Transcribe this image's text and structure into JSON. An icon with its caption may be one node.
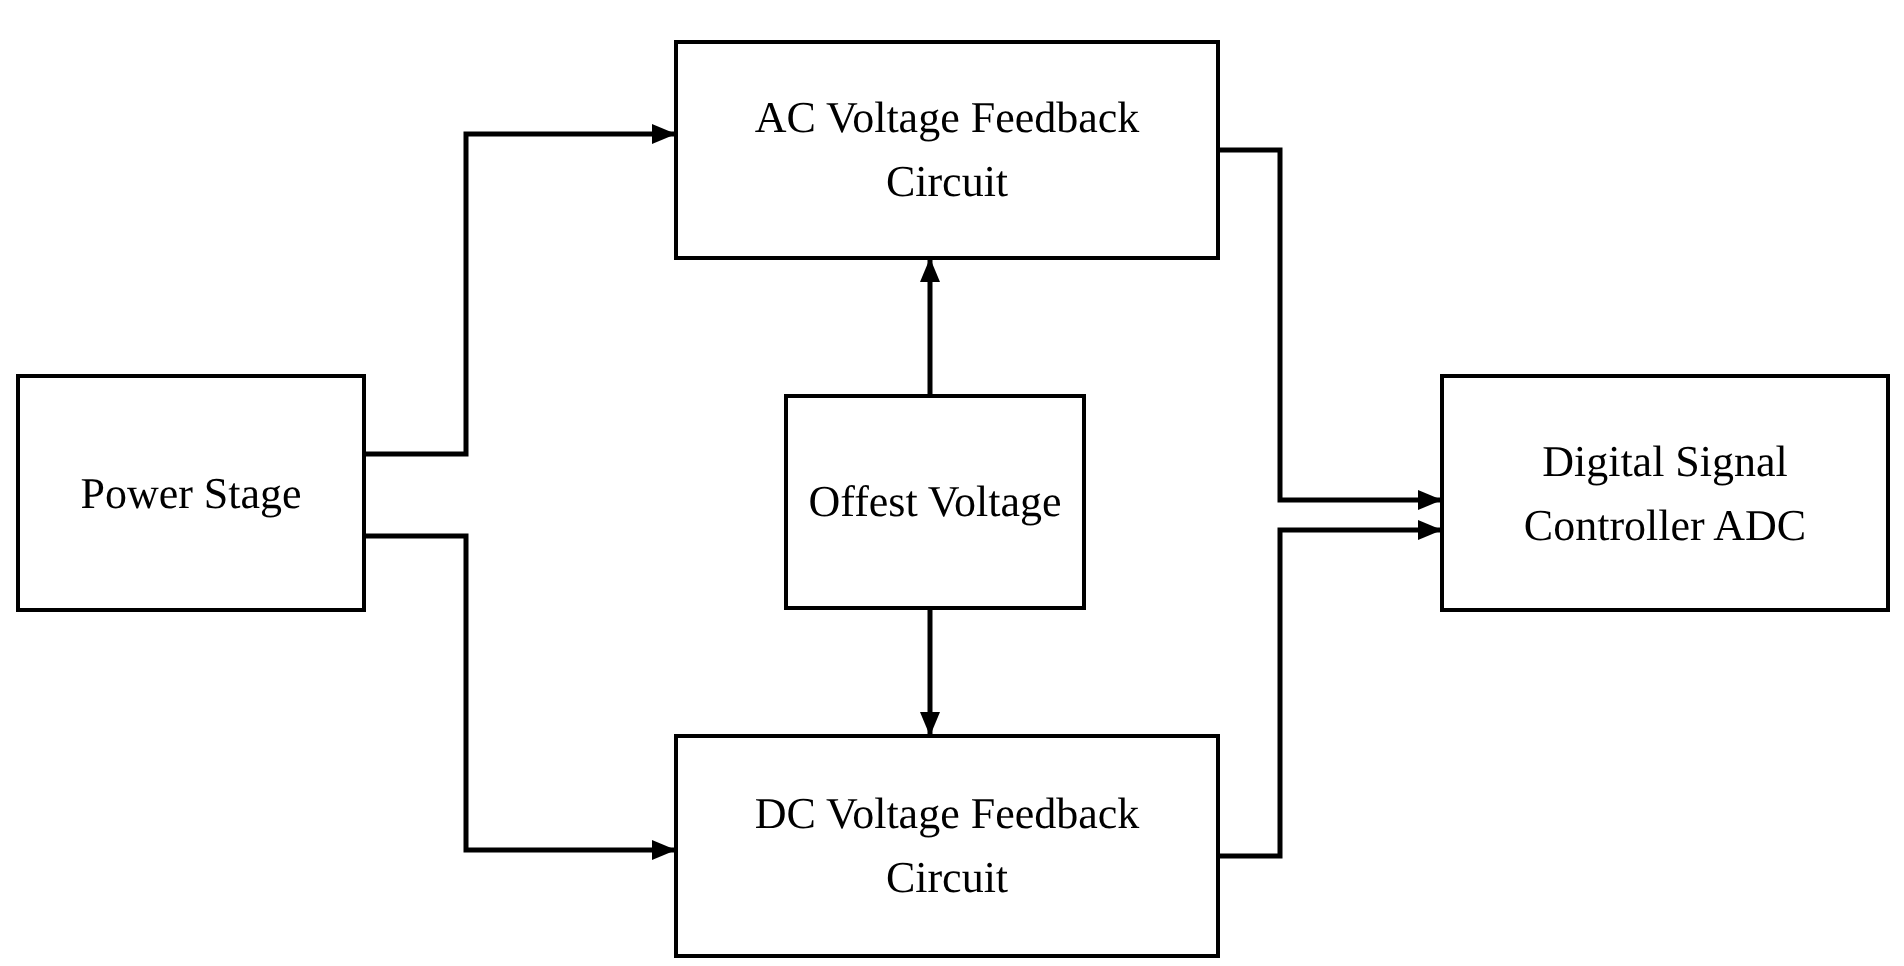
{
  "diagram": {
    "nodes": [
      {
        "text": [
          "Power Stage"
        ]
      },
      {
        "text": [
          "AC Voltage Feedback Circuit"
        ]
      },
      {
        "text": [
          "Offest Voltage"
        ]
      },
      {
        "text": [
          "DC Voltage Feedback Circuit"
        ]
      },
      {
        "text": [
          "Digital Signal Controller ADC"
        ]
      }
    ],
    "edges": [
      {
        "from": 0,
        "to": 1,
        "arrow": "to"
      },
      {
        "from": 0,
        "to": 3,
        "arrow": "to"
      },
      {
        "from": 2,
        "to": 1,
        "arrow": "to"
      },
      {
        "from": 2,
        "to": 3,
        "arrow": "to"
      },
      {
        "from": 1,
        "to": 4,
        "arrow": "to"
      },
      {
        "from": 3,
        "to": 4,
        "arrow": "to"
      }
    ]
  }
}
